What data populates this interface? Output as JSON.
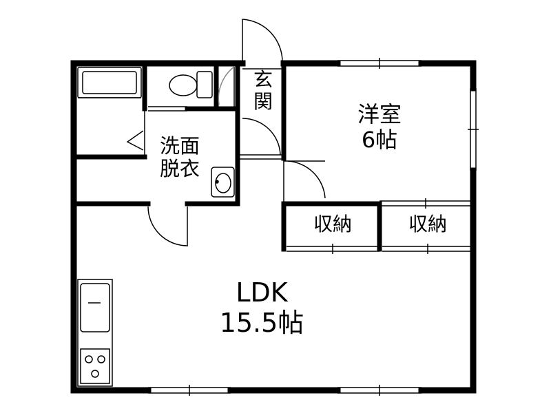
{
  "rooms": {
    "genkan": {
      "line1": "玄",
      "line2": "関"
    },
    "western": {
      "line1": "洋室",
      "line2": "6帖"
    },
    "washroom": {
      "line1": "洗面",
      "line2": "脱衣"
    },
    "storage1": {
      "label": "収納"
    },
    "storage2": {
      "label": "収納"
    },
    "ldk": {
      "line1": "LDK",
      "line2": "15.5帖"
    }
  },
  "colors": {
    "wall": "#000000",
    "thin": "#555555",
    "fixture": "#666666",
    "background": "#ffffff"
  }
}
